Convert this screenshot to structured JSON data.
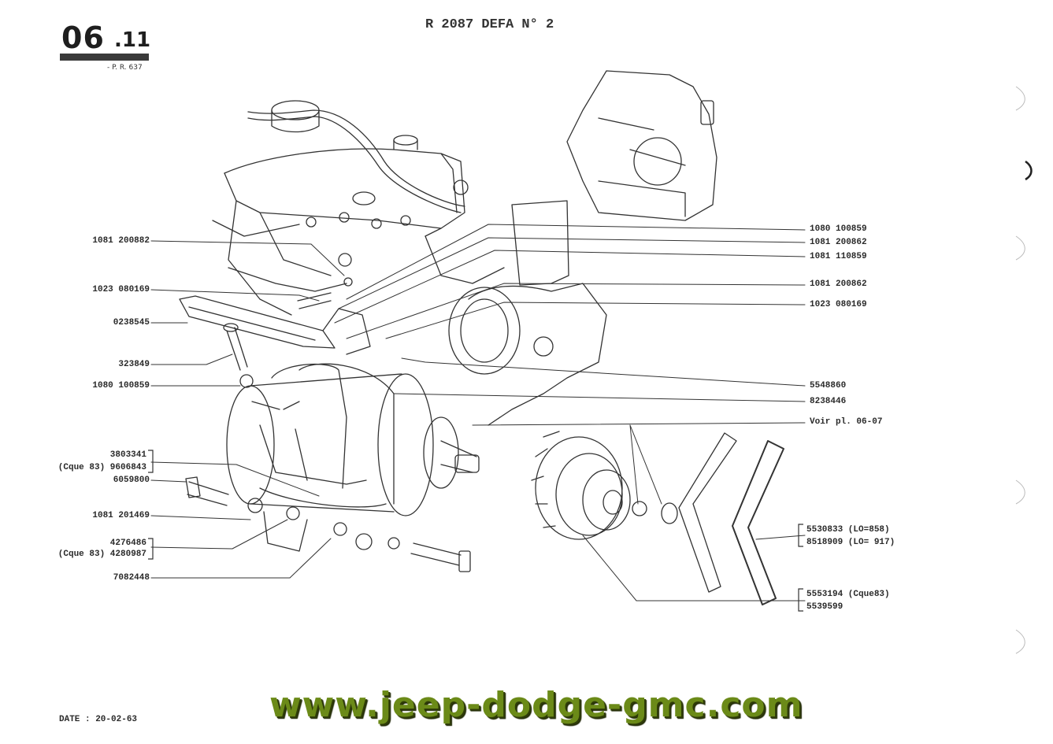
{
  "page": {
    "number": "06",
    "sub": ".11",
    "ref": "- P. R. 637"
  },
  "header": {
    "title": "R 2087 DEFA N° 2"
  },
  "footer": {
    "date": "DATE : 20-02-63",
    "website": "www.jeep-dodge-gmc.com"
  },
  "labels_left": [
    "1081 200882",
    "1023 080169",
    "0238545",
    "323849",
    "1080 100859",
    "3803341",
    "(Cque 83) 9606843",
    "6059800",
    "1081 201469",
    "4276486",
    "(Cque 83) 4280987",
    "7082448"
  ],
  "labels_right": [
    "1080 100859",
    "1081 200862",
    "1081 110859",
    "1081 200862",
    "1023 080169",
    "5548860",
    "8238446",
    "Voir pl. 06-07",
    "5530833 (LO=858)",
    "8518909 (LO= 917)",
    "5553194 (Cque83)",
    "5539599"
  ]
}
